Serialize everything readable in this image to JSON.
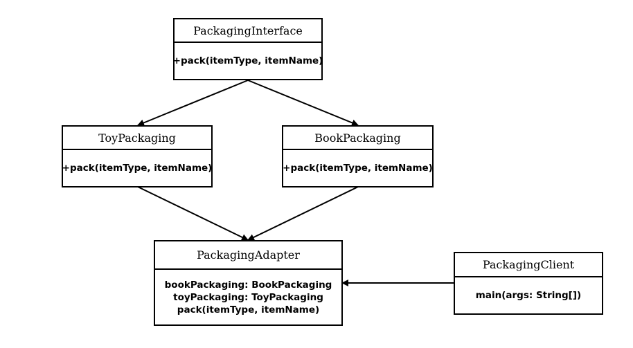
{
  "diagram": {
    "classes": {
      "packaging_interface": {
        "name": "PackagingInterface",
        "members": [
          "+pack(itemType, itemName)"
        ]
      },
      "toy_packaging": {
        "name": "ToyPackaging",
        "members": [
          "+pack(itemType, itemName)"
        ]
      },
      "book_packaging": {
        "name": "BookPackaging",
        "members": [
          "+pack(itemType, itemName)"
        ]
      },
      "packaging_adapter": {
        "name": "PackagingAdapter",
        "members": [
          "bookPackaging: BookPackaging",
          "toyPackaging: ToyPackaging",
          "pack(itemType, itemName)"
        ]
      },
      "packaging_client": {
        "name": "PackagingClient",
        "members": [
          "main(args: String[])"
        ]
      }
    }
  }
}
